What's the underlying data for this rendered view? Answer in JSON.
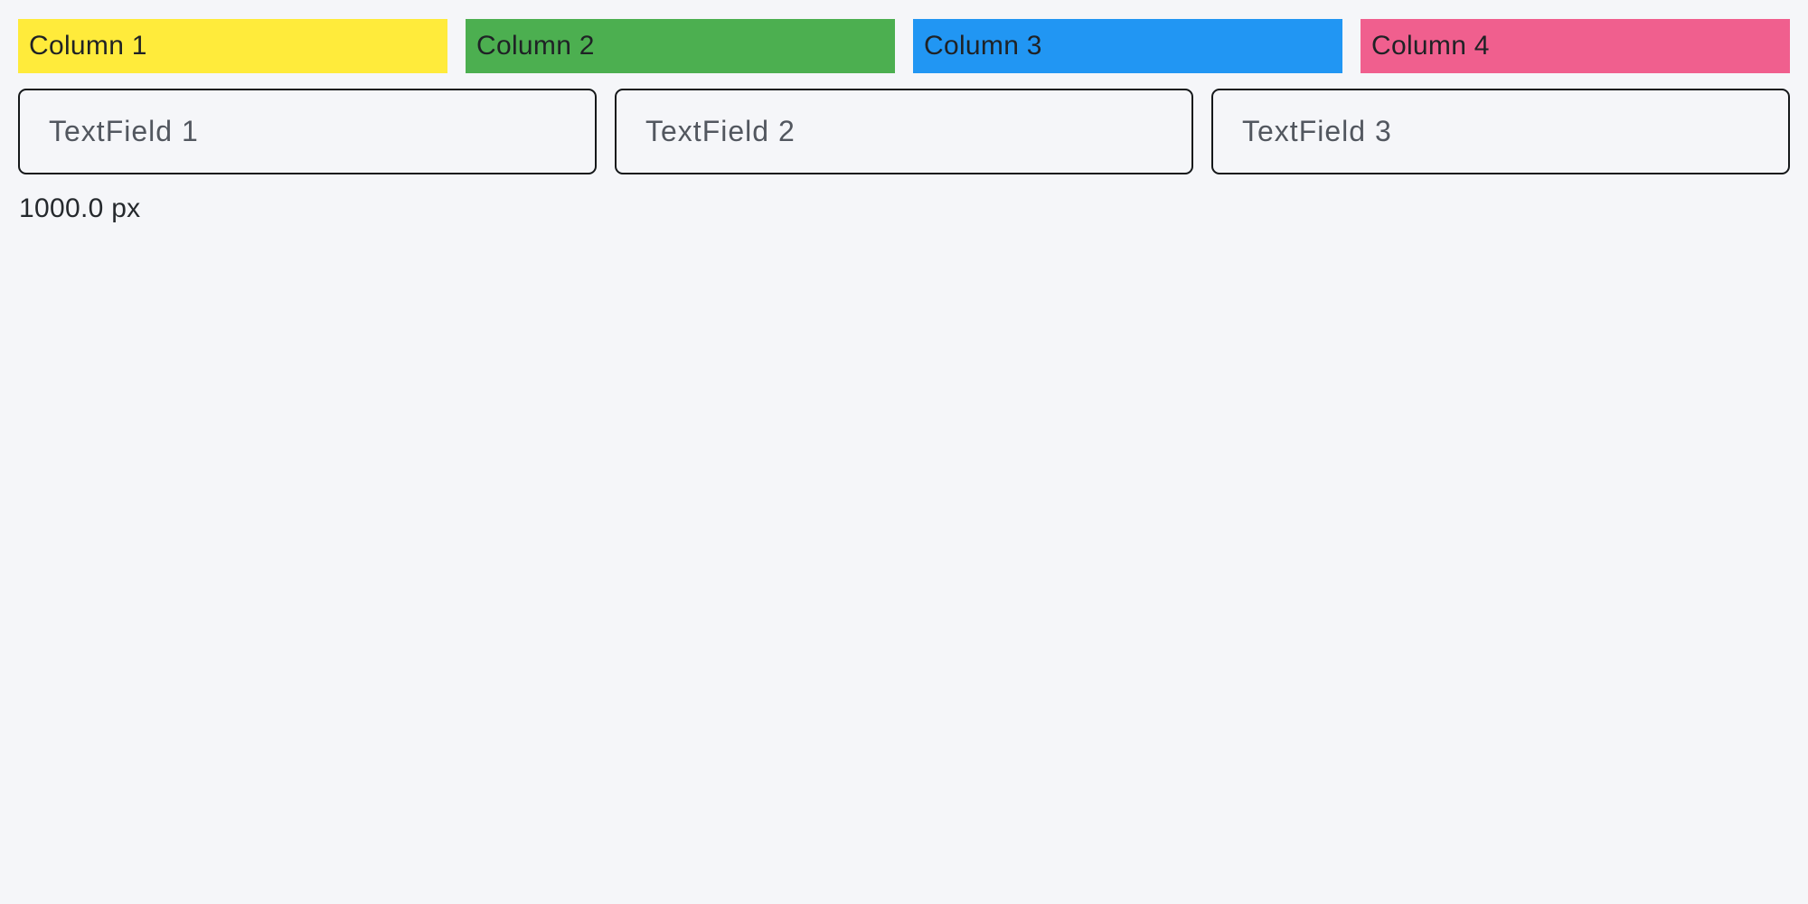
{
  "page": {
    "background_color": "#f5f6f9",
    "width_label": "1000.0 px"
  },
  "columns": [
    {
      "label": "Column 1",
      "color": "#ffeb3b"
    },
    {
      "label": "Column 2",
      "color": "#4caf50"
    },
    {
      "label": "Column 3",
      "color": "#2196f3"
    },
    {
      "label": "Column 4",
      "color": "#f05f8e"
    }
  ],
  "text_fields": [
    {
      "placeholder": "TextField 1"
    },
    {
      "placeholder": "TextField 2"
    },
    {
      "placeholder": "TextField 3"
    }
  ]
}
